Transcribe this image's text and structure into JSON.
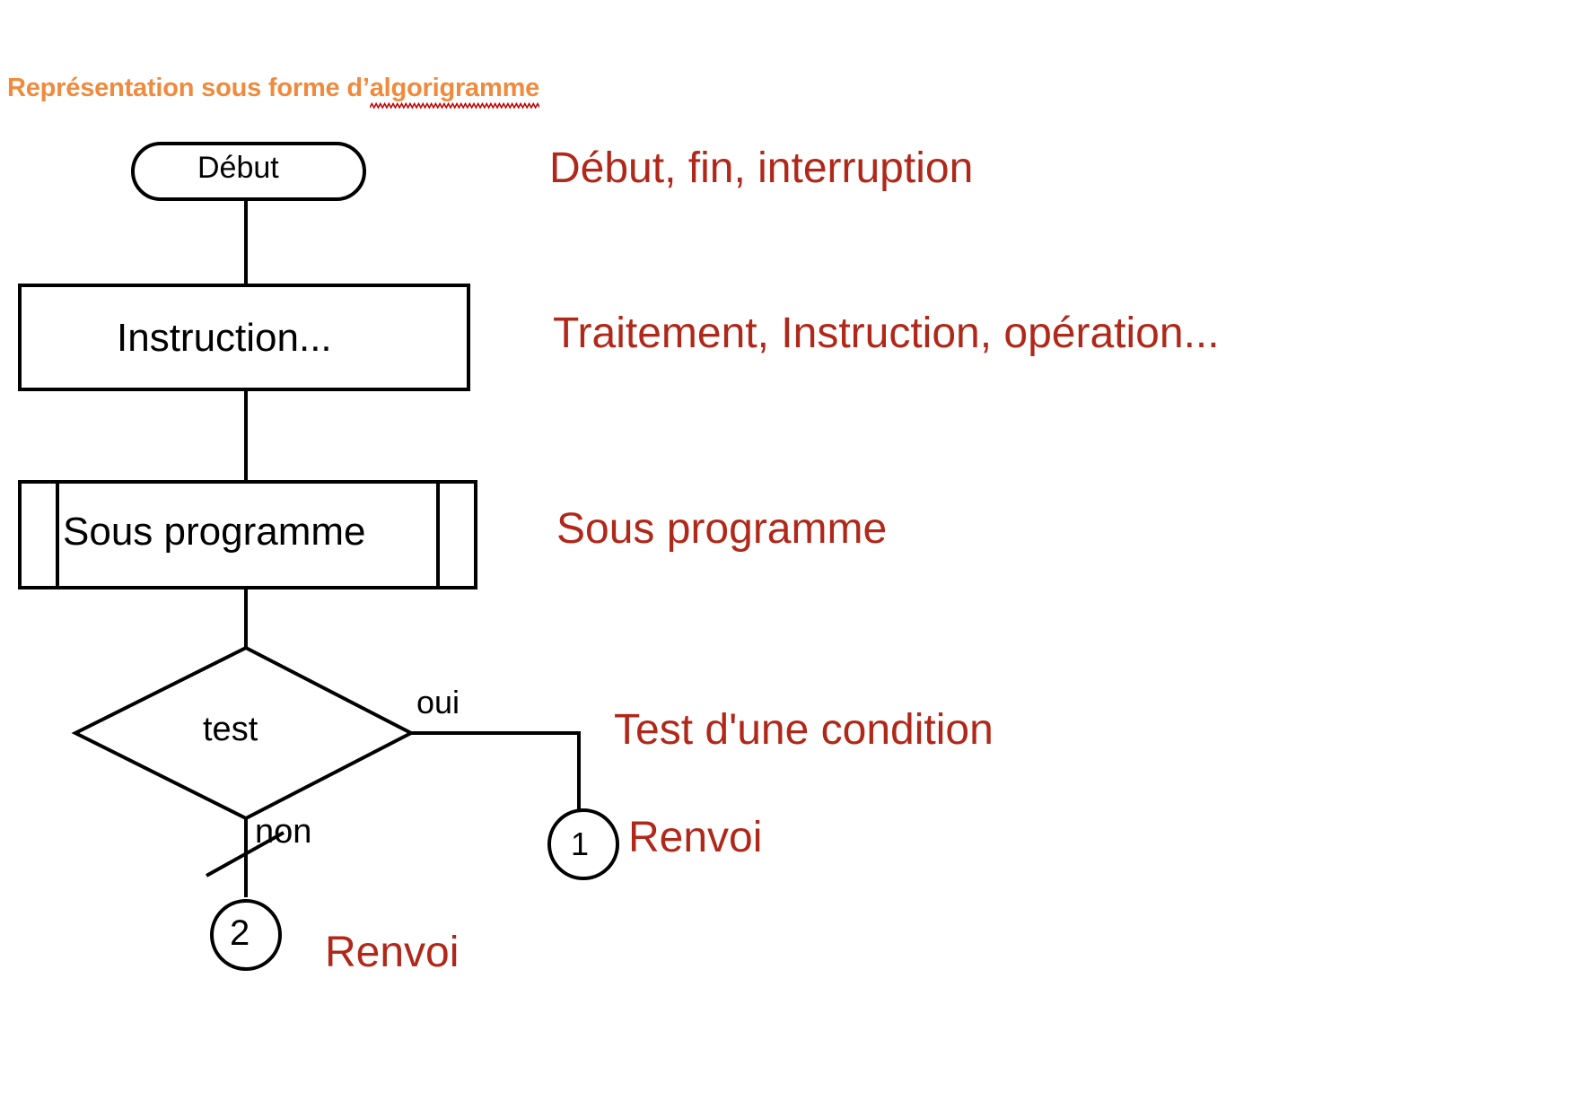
{
  "page": {
    "background": "#ffffff",
    "accent_orange": "#F08A3C",
    "accent_red": "#B0281A",
    "stroke_black": "#000000"
  },
  "title": {
    "prefix": "Représentation sous forme d’",
    "misspelled_word": "algorigramme",
    "full": "Représentation sous forme d’algorigramme",
    "color": "#F08A3C",
    "squiggle_color": "#C00000"
  },
  "flowchart": {
    "nodes": [
      {
        "id": "start",
        "shape": "stadium",
        "label": "Début"
      },
      {
        "id": "process",
        "shape": "rectangle",
        "label": "Instruction..."
      },
      {
        "id": "subprogram",
        "shape": "predefined-process",
        "label": "Sous programme"
      },
      {
        "id": "decision",
        "shape": "diamond",
        "label": "test"
      },
      {
        "id": "connector1",
        "shape": "circle",
        "label": "1"
      },
      {
        "id": "connector2",
        "shape": "circle",
        "label": "2"
      }
    ],
    "edge_labels": {
      "yes": "oui",
      "no": "non"
    }
  },
  "legend": [
    {
      "key": "start",
      "text": "Début, fin, interruption"
    },
    {
      "key": "process",
      "text": "Traitement, Instruction, opération..."
    },
    {
      "key": "subprogram",
      "text": "Sous programme"
    },
    {
      "key": "decision",
      "text": "Test d'une condition"
    },
    {
      "key": "connector1",
      "text": "Renvoi"
    },
    {
      "key": "connector2",
      "text": "Renvoi"
    }
  ]
}
